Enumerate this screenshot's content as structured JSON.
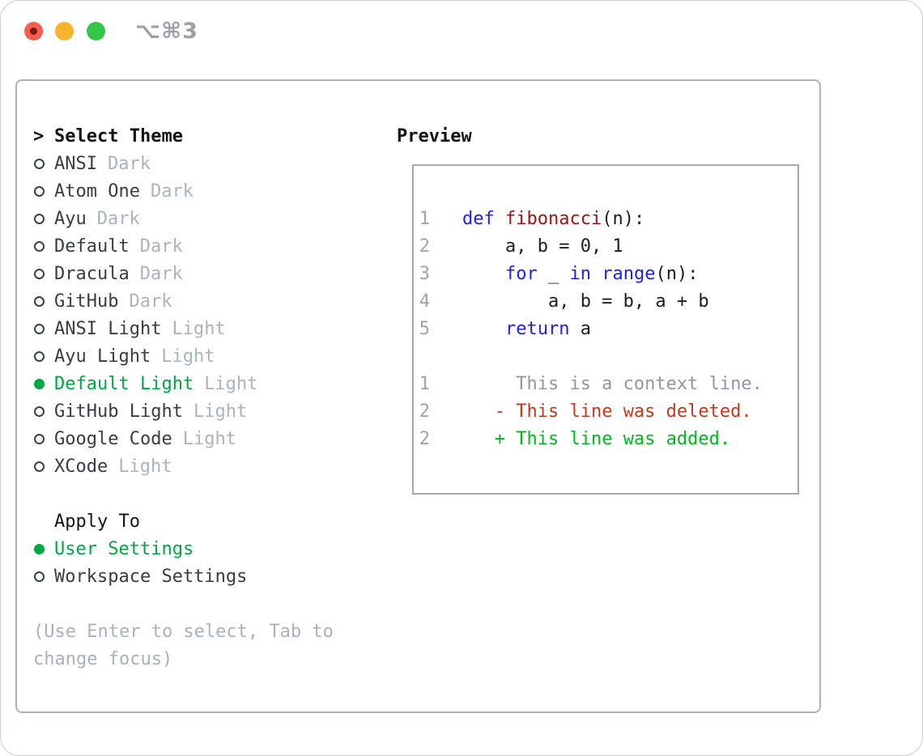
{
  "window": {
    "title": "⌥⌘3"
  },
  "theme_list": {
    "header": "Select Theme",
    "items": [
      {
        "name": "ANSI",
        "badge": "Dark",
        "selected": false
      },
      {
        "name": "Atom One",
        "badge": "Dark",
        "selected": false
      },
      {
        "name": "Ayu",
        "badge": "Dark",
        "selected": false
      },
      {
        "name": "Default",
        "badge": "Dark",
        "selected": false
      },
      {
        "name": "Dracula",
        "badge": "Dark",
        "selected": false
      },
      {
        "name": "GitHub",
        "badge": "Dark",
        "selected": false
      },
      {
        "name": "ANSI Light",
        "badge": "Light",
        "selected": false
      },
      {
        "name": "Ayu Light",
        "badge": "Light",
        "selected": false
      },
      {
        "name": "Default Light",
        "badge": "Light",
        "selected": true
      },
      {
        "name": "GitHub Light",
        "badge": "Light",
        "selected": false
      },
      {
        "name": "Google Code",
        "badge": "Light",
        "selected": false
      },
      {
        "name": "XCode",
        "badge": "Light",
        "selected": false
      }
    ]
  },
  "apply_to": {
    "header": "Apply To",
    "options": [
      {
        "label": "User Settings",
        "selected": true
      },
      {
        "label": "Workspace Settings",
        "selected": false
      }
    ]
  },
  "help": {
    "line1": "(Use Enter to select, Tab to",
    "line2": "change focus)"
  },
  "preview": {
    "label": "Preview",
    "code_lines": [
      {
        "number": "1",
        "segments": [
          {
            "t": "def",
            "c": "kw"
          },
          {
            "t": " ",
            "c": "plain"
          },
          {
            "t": "fibonacci",
            "c": "fn"
          },
          {
            "t": "(n):",
            "c": "plain"
          }
        ]
      },
      {
        "number": "2",
        "segments": [
          {
            "t": "    a, b = 0, 1",
            "c": "plain"
          }
        ]
      },
      {
        "number": "3",
        "segments": [
          {
            "t": "    ",
            "c": "plain"
          },
          {
            "t": "for",
            "c": "kw"
          },
          {
            "t": " _ ",
            "c": "plain"
          },
          {
            "t": "in",
            "c": "kw"
          },
          {
            "t": " ",
            "c": "plain"
          },
          {
            "t": "range",
            "c": "kw"
          },
          {
            "t": "(n):",
            "c": "plain"
          }
        ]
      },
      {
        "number": "4",
        "segments": [
          {
            "t": "        a, b = b, a + b",
            "c": "plain"
          }
        ]
      },
      {
        "number": "5",
        "segments": [
          {
            "t": "    ",
            "c": "plain"
          },
          {
            "t": "return",
            "c": "kw"
          },
          {
            "t": " a",
            "c": "plain"
          }
        ]
      }
    ],
    "diff_lines": [
      {
        "number": "1",
        "segments": [
          {
            "t": "     This is a context line.",
            "c": "ctx"
          }
        ]
      },
      {
        "number": "2",
        "segments": [
          {
            "t": "   ",
            "c": "plain"
          },
          {
            "t": "- This line was deleted.",
            "c": "del"
          }
        ]
      },
      {
        "number": "2",
        "segments": [
          {
            "t": "   ",
            "c": "plain"
          },
          {
            "t": "+ This line was added.",
            "c": "add"
          }
        ]
      }
    ]
  },
  "colors": {
    "accent_green": "#00A845",
    "keyword_blue": "#2121E6",
    "function_red": "#A11414",
    "diff_deleted_red": "#C43A20",
    "diff_added_green": "#00B81F",
    "muted_gray": "#ABB3BF",
    "line_number_gray": "#9BA4B0",
    "context_gray": "#9098A2",
    "text_dark": "#373D45",
    "border_gray": "#A9B1BB",
    "traffic_red": "#F35E51",
    "traffic_yellow": "#F8B42C",
    "traffic_green": "#33C748"
  }
}
